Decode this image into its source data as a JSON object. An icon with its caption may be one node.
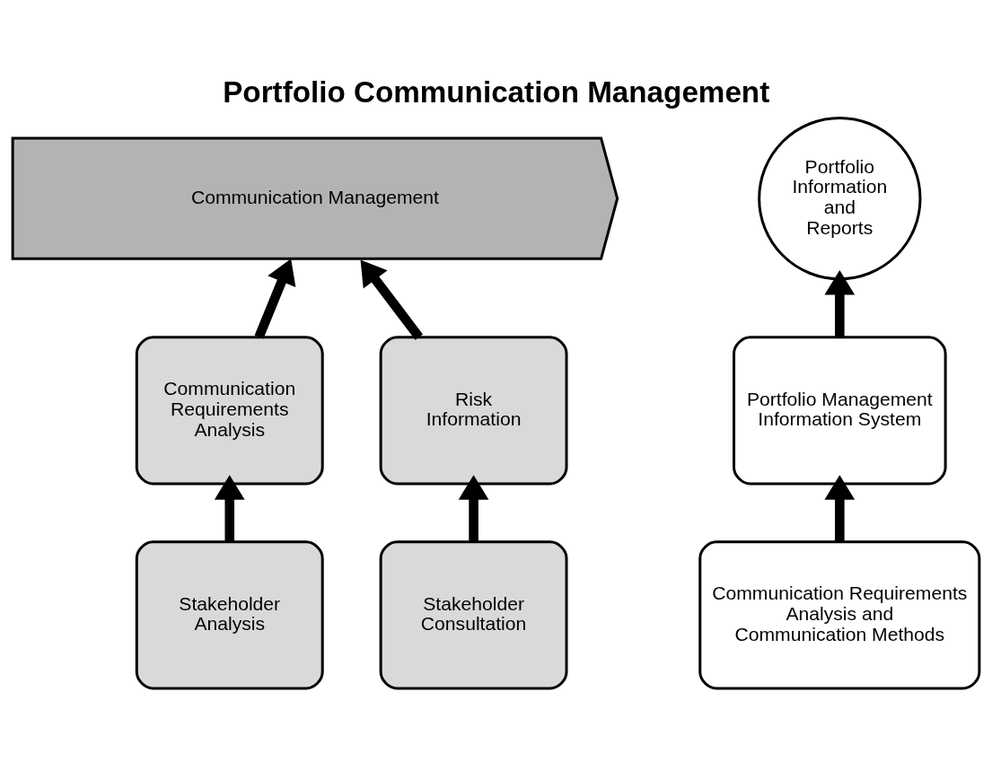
{
  "diagram": {
    "title": "Portfolio Communication Management",
    "nodes": [
      {
        "text": [
          "Communication Management"
        ]
      },
      {
        "text": [
          "Portfolio Information and Reports"
        ]
      },
      {
        "text": [
          "Communication Requirements Analysis"
        ]
      },
      {
        "text": [
          "Risk Information"
        ]
      },
      {
        "text": [
          "Portfolio Management Information System"
        ]
      },
      {
        "text": [
          "Stakeholder Analysis"
        ]
      },
      {
        "text": [
          "Stakeholder Consultation"
        ]
      },
      {
        "text": [
          "Communication Requirements Analysis and Communication Methods"
        ]
      }
    ],
    "edges": [
      {
        "from": 2,
        "to": 0,
        "arrow": "to"
      },
      {
        "from": 3,
        "to": 0,
        "arrow": "to"
      },
      {
        "from": 4,
        "to": 1,
        "arrow": "to"
      },
      {
        "from": 5,
        "to": 2,
        "arrow": "to"
      },
      {
        "from": 6,
        "to": 3,
        "arrow": "to"
      },
      {
        "from": 7,
        "to": 4,
        "arrow": "to"
      }
    ]
  }
}
